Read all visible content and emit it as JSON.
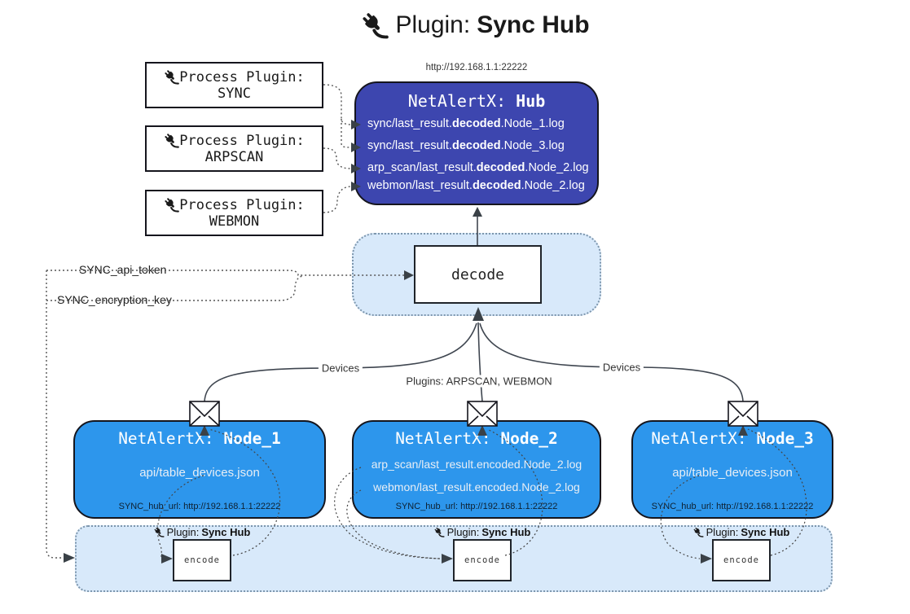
{
  "title": {
    "icon": "plug-icon",
    "prefix": "Plugin:",
    "bold": "Sync Hub"
  },
  "hub": {
    "url": "http://192.168.1.1:22222",
    "name_prefix": "NetAlertX:",
    "name_bold": "Hub",
    "logs": [
      {
        "pre": "sync/last_result.",
        "mid": "decoded",
        "post": ".Node_1.log"
      },
      {
        "pre": "sync/last_result.",
        "mid": "decoded",
        "post": ".Node_3.log"
      },
      {
        "pre": "arp_scan/last_result.",
        "mid": "decoded",
        "post": ".Node_2.log"
      },
      {
        "pre": "webmon/last_result.",
        "mid": "decoded",
        "post": ".Node_2.log"
      }
    ]
  },
  "process_plugins": [
    {
      "label": "Process Plugin:",
      "name": "SYNC"
    },
    {
      "label": "Process Plugin:",
      "name": "ARPSCAN"
    },
    {
      "label": "Process Plugin:",
      "name": "WEBMON"
    }
  ],
  "decode": {
    "label": "decode"
  },
  "secrets": {
    "api_token": "SYNC_api_token",
    "encryption_key": "SYNC_encryption_key"
  },
  "edges": {
    "devices_left": "Devices",
    "plugins_mid": "Plugins: ARPSCAN, WEBMON",
    "devices_right": "Devices"
  },
  "nodes": [
    {
      "name_prefix": "NetAlertX:",
      "name_bold": "Node_1",
      "files": [
        "api/table_devices.json"
      ],
      "hub_url": "SYNC_hub_url: http://192.168.1.1:22222"
    },
    {
      "name_prefix": "NetAlertX:",
      "name_bold": "Node_2",
      "files": [
        "arp_scan/last_result.encoded.Node_2.log",
        "webmon/last_result.encoded.Node_2.log"
      ],
      "hub_url": "SYNC_hub_url: http://192.168.1.1:22222"
    },
    {
      "name_prefix": "NetAlertX:",
      "name_bold": "Node_3",
      "files": [
        "api/table_devices.json"
      ],
      "hub_url": "SYNC_hub_url: http://192.168.1.1:22222"
    }
  ],
  "band": {
    "plugin_prefix": "Plugin:",
    "plugin_bold": "Sync Hub",
    "encode_label": "encode"
  },
  "colors": {
    "hub_bg": "#3d46af",
    "node_bg": "#2d96ec",
    "panel_bg": "#d8e9fa",
    "panel_border": "#7d96ad",
    "line": "#444444",
    "arrow": "#3a4147"
  }
}
